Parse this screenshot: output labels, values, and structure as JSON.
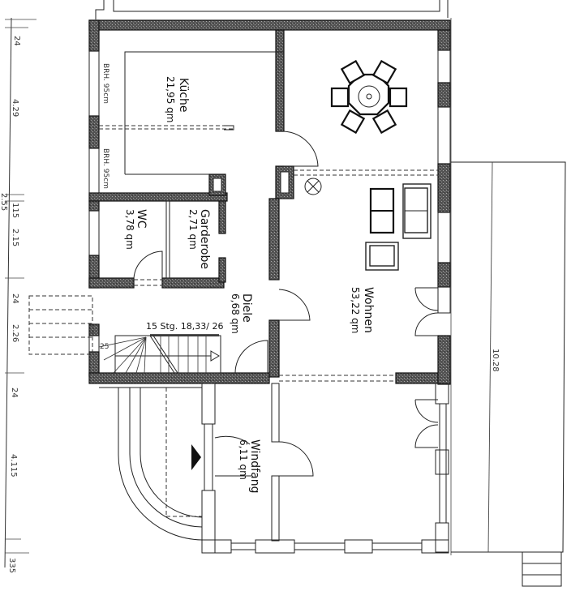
{
  "plan": {
    "rooms": [
      {
        "id": "kueche",
        "name": "Küche",
        "area": "21,95 qm"
      },
      {
        "id": "wc",
        "name": "WC",
        "area": "3,78 qm"
      },
      {
        "id": "garderobe",
        "name": "Garderobe",
        "area": "2,71 qm"
      },
      {
        "id": "diele",
        "name": "Diele",
        "area": "6,68 qm"
      },
      {
        "id": "wohnen",
        "name": "Wohnen",
        "area": "53,22 qm"
      },
      {
        "id": "windfang",
        "name": "Windfang",
        "area": "6,11 qm"
      }
    ],
    "window_notes": [
      "BRH. 95cm",
      "BRH. 95cm"
    ],
    "stairs": {
      "label": "15 Stg. 18,33/ 26",
      "step_note": "25"
    },
    "dimensions_left": [
      "24",
      "4.29",
      "2.55",
      "115",
      "2.15",
      "24",
      "2.26",
      "24",
      "4.115",
      "335"
    ],
    "dimensions_right": [
      "10.28"
    ]
  }
}
